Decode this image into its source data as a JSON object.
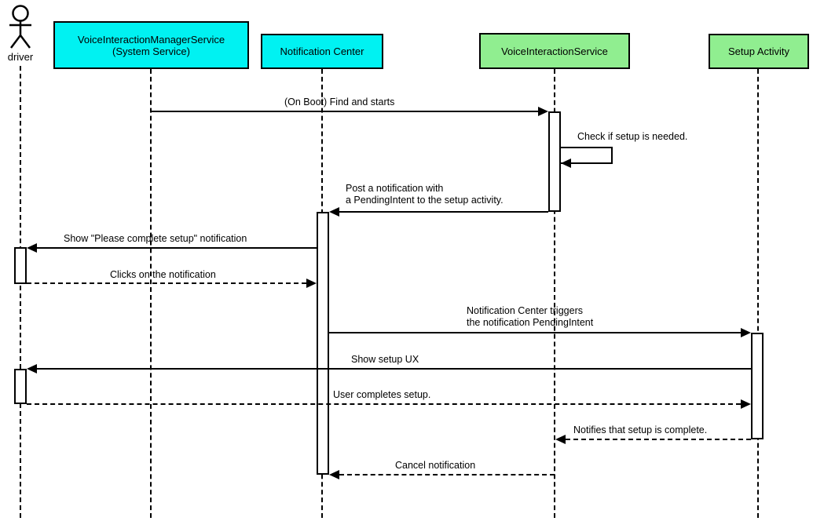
{
  "diagram": {
    "kind": "uml-sequence-diagram",
    "background": "#ffffff"
  },
  "colors": {
    "participant_cyan": "#00f2f2",
    "participant_green": "#90ee90",
    "line_black": "#000000"
  },
  "participants": [
    {
      "id": "driver",
      "type": "actor",
      "label": "driver"
    },
    {
      "id": "vims",
      "type": "box",
      "label": "VoiceInteractionManagerService\n(System Service)",
      "fill": "#00f2f2"
    },
    {
      "id": "nc",
      "type": "box",
      "label": "Notification Center",
      "fill": "#00f2f2"
    },
    {
      "id": "vis",
      "type": "box",
      "label": "VoiceInteractionService",
      "fill": "#90ee90"
    },
    {
      "id": "sa",
      "type": "box",
      "label": "Setup Activity",
      "fill": "#90ee90"
    }
  ],
  "messages": [
    {
      "label": "(On Boot) Find and starts",
      "from": "vims",
      "to": "vis",
      "line": "solid"
    },
    {
      "label": "Check if setup is needed.",
      "from": "vis",
      "to": "vis",
      "line": "solid"
    },
    {
      "label": "Post a notification with\na PendingIntent to the setup activity.",
      "from": "vis",
      "to": "nc",
      "line": "solid"
    },
    {
      "label": "Show \"Please complete setup\" notification",
      "from": "nc",
      "to": "driver",
      "line": "solid"
    },
    {
      "label": "Clicks on the notification",
      "from": "driver",
      "to": "nc",
      "line": "dashed"
    },
    {
      "label": "Notification Center triggers\nthe notification PendingIntent",
      "from": "nc",
      "to": "sa",
      "line": "solid"
    },
    {
      "label": "Show setup UX",
      "from": "sa",
      "to": "driver",
      "line": "solid"
    },
    {
      "label": "User completes setup.",
      "from": "driver",
      "to": "sa",
      "line": "dashed"
    },
    {
      "label": "Notifies that setup is complete.",
      "from": "sa",
      "to": "vis",
      "line": "dashed"
    },
    {
      "label": "Cancel notification",
      "from": "vis",
      "to": "nc",
      "line": "dashed"
    }
  ]
}
